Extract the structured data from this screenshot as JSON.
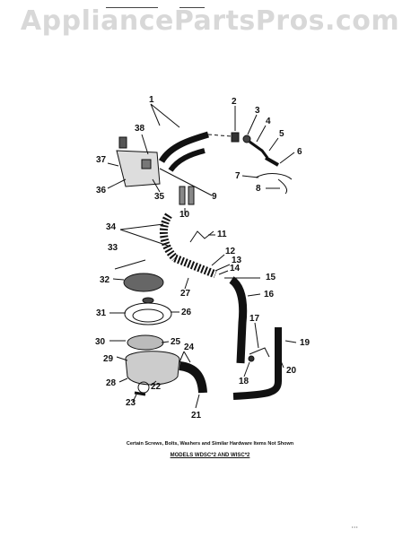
{
  "watermark": "AppliancePartsPros.com",
  "captions": {
    "note": "Certain Screws, Bolts, Washers and Similar Hardware Items Not Shown",
    "models": "MODELS WDSC*2 AND WISC*2"
  },
  "corner_code": "• • •",
  "callouts": [
    "1",
    "2",
    "3",
    "4",
    "5",
    "6",
    "7",
    "8",
    "9",
    "10",
    "11",
    "12",
    "13",
    "14",
    "15",
    "16",
    "17",
    "18",
    "19",
    "20",
    "21",
    "22",
    "23",
    "24",
    "25",
    "26",
    "27",
    "28",
    "29",
    "30",
    "31",
    "32",
    "33",
    "34",
    "35",
    "36",
    "37",
    "38"
  ]
}
